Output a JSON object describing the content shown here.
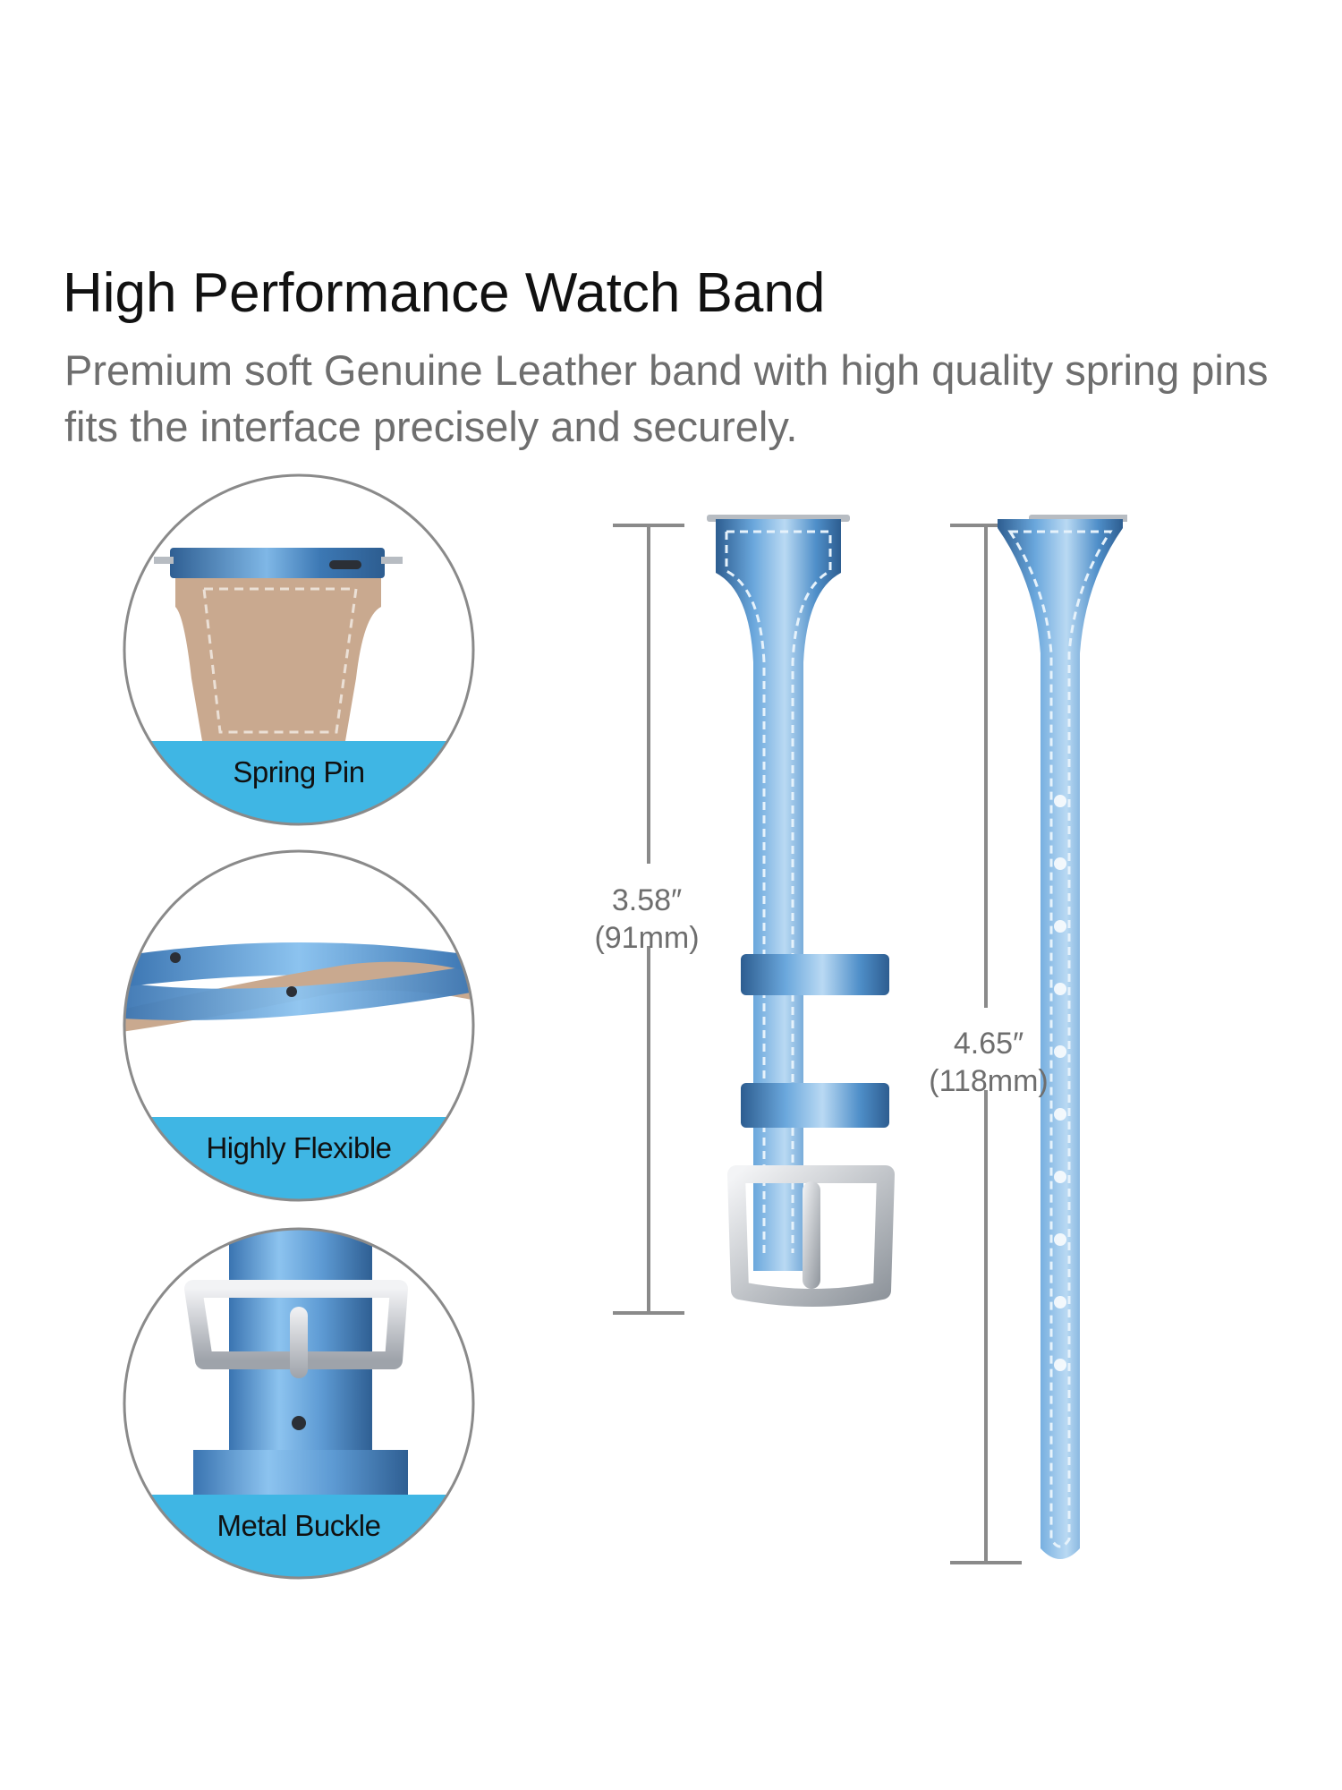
{
  "header": {
    "title": "High Performance Watch Band",
    "subtitle": "Premium soft Genuine Leather band with high quality spring pins fits the interface precisely and securely."
  },
  "features": [
    {
      "label": "Spring Pin",
      "icon": "spring-pin-closeup"
    },
    {
      "label": "Highly Flexible",
      "icon": "flexible-band-closeup"
    },
    {
      "label": "Metal Buckle",
      "icon": "metal-buckle-closeup"
    }
  ],
  "dimensions": {
    "short_strap": {
      "inches": "3.58″",
      "mm": "(91mm)"
    },
    "long_strap": {
      "inches": "4.65″",
      "mm": "(118mm)"
    }
  },
  "colors": {
    "band_blue": "#4f8fc9",
    "band_dark": "#2f5f93",
    "label_bar": "#3fb6e4",
    "leather_tan": "#c9a98f",
    "metal": "#c9ccd0",
    "dimension_line": "#8a8a8a"
  }
}
